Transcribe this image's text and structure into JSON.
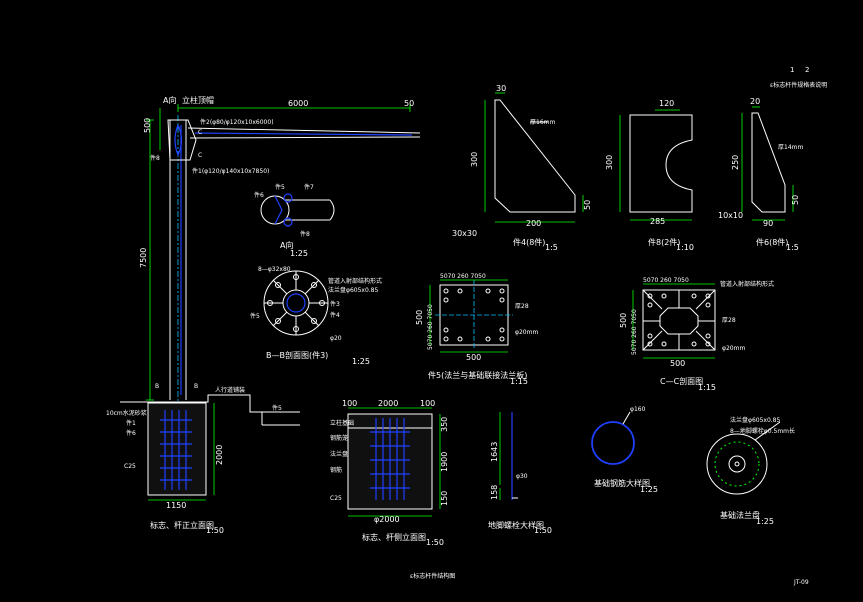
{
  "drawing": {
    "corner_top_1": "1",
    "corner_top_2": "2",
    "corner_top_note": "ε标志杆件规格表说明",
    "bottom_title": "ε标志杆件结构图",
    "sheet_no": "JT-09"
  },
  "elevation": {
    "label_a": "A向",
    "label_cap": "立柱顶帽",
    "dim_top": "6000",
    "dim_top_right": "50",
    "dim_left_top": "500",
    "dim_height": "7500",
    "part2": "件2(φ80/φ120x10x6000)",
    "part1": "件1(φ120/φ140x10x7850)",
    "part8": "件8",
    "label_b": "B",
    "label_c": "C",
    "ground_note": "人行道铺装",
    "label_10": "10cm水泥砂浆",
    "label_p1": "件1",
    "label_p6": "件6",
    "label_c25": "C25",
    "dim_2000": "2000",
    "dim_1150": "1150",
    "title": "标志、杆正立面图",
    "scale": "1:50",
    "part5_top": "件5"
  },
  "view_a": {
    "label_p6": "件6",
    "label_p5": "件5",
    "label_p7": "件7",
    "label_p8": "件8",
    "title": "A向",
    "scale": "1:25"
  },
  "section_bb": {
    "bolt_note": "8—φ32x80",
    "note1": "管道入射部结构形式",
    "note2": "法兰盘φ605x0.85",
    "label_p3": "件3",
    "label_p4": "件4",
    "label_p5": "件5",
    "label_phi20": "φ20",
    "title": "B—B剖面图(件3)",
    "scale": "1:25"
  },
  "part4": {
    "dim_top": "30",
    "thickness": "厚16mm",
    "dim_h": "300",
    "dim_right": "50",
    "dim_w": "200",
    "dim_chamfer": "30x30",
    "title": "件4(8件)",
    "scale": "1:5"
  },
  "part8": {
    "dim_top": "120",
    "dim_h": "300",
    "dim_w": "285",
    "title": "件8(2件)",
    "scale": "1:10"
  },
  "part6": {
    "dim_top": "20",
    "thickness": "厚14mm",
    "dim_h": "250",
    "dim_right": "50",
    "dim_w": "90",
    "dim_chamfer": "10x10",
    "title": "件6(8件)",
    "scale": "1:5"
  },
  "part5": {
    "dims_top": "5070  260  7050",
    "dim_left": "500",
    "dims_left": "5070  260  7050",
    "dim_bottom": "500",
    "label_p28": "厚28",
    "label_phi20": "φ20mm",
    "title": "件5(法兰与基础联接法兰板)",
    "scale": "1:15"
  },
  "section_cc": {
    "dims_top": "5070  260  7050",
    "dim_left": "500",
    "dims_left": "5070  260  7050",
    "dim_bottom": "500",
    "note": "管道入射部结构形式",
    "label_p28": "厚28",
    "label_phi20": "φ20mm",
    "title": "C—C剖面图",
    "scale": "1:15"
  },
  "side_view": {
    "dim_left_top": "100",
    "dim_top": "2000",
    "dim_right_top": "100",
    "label1": "立柱基础",
    "label2": "钢筋笼",
    "label3": "法兰盘",
    "label4": "钢筋",
    "label_c25": "C25",
    "dim_350": "350",
    "dim_1900": "1900",
    "dim_150": "150",
    "dim_bottom": "φ2000",
    "title": "标志、杆侧立面图",
    "scale": "1:50"
  },
  "anchor_bolt": {
    "dim_1643": "1643",
    "dim_158": "158",
    "label_phi30": "φ30",
    "title": "地脚螺栓大样图",
    "scale": "1:50"
  },
  "base_ring": {
    "label": "φ160",
    "title": "基础钢筋大样图",
    "scale": "1:25"
  },
  "flange": {
    "note1": "法兰盘φ605x0.85",
    "note2": "8—地脚螺栓φ0.5mm长",
    "title": "基础法兰盘",
    "scale": "1:25"
  },
  "colors": {
    "background": "#000000",
    "line": "#ffffff",
    "dimension": "#00ff00",
    "rebar": "#2040ff",
    "center": "#00c0ff"
  }
}
